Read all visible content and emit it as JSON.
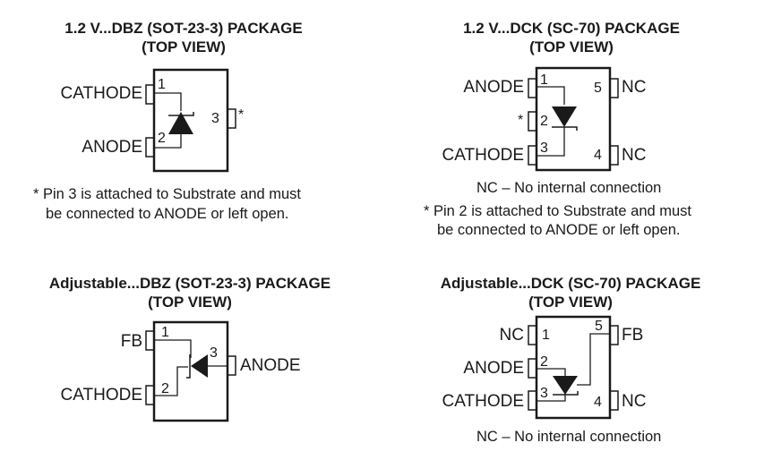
{
  "packages": [
    {
      "title_line1": "1.2 V...DBZ (SOT-23-3) PACKAGE",
      "title_line2": "(TOP VIEW)",
      "pins": [
        {
          "num": "1",
          "name": "CATHODE"
        },
        {
          "num": "2",
          "name": "ANODE"
        },
        {
          "num": "3",
          "name": "*"
        }
      ],
      "note_line1": "* Pin 3 is attached to Substrate and must",
      "note_line2": "be connected to ANODE or left open."
    },
    {
      "title_line1": "1.2 V...DCK (SC-70) PACKAGE",
      "title_line2": "(TOP VIEW)",
      "pins": [
        {
          "num": "1",
          "name": "ANODE"
        },
        {
          "num": "2",
          "name": "*"
        },
        {
          "num": "3",
          "name": "CATHODE"
        },
        {
          "num": "4",
          "name": "NC"
        },
        {
          "num": "5",
          "name": "NC"
        }
      ],
      "nc_note": "NC – No internal connection",
      "note_line1": "* Pin 2 is attached to Substrate and must",
      "note_line2": "be connected to ANODE or left open."
    },
    {
      "title_line1": "Adjustable...DBZ (SOT-23-3) PACKAGE",
      "title_line2": "(TOP VIEW)",
      "pins": [
        {
          "num": "1",
          "name": "FB"
        },
        {
          "num": "2",
          "name": "CATHODE"
        },
        {
          "num": "3",
          "name": "ANODE"
        }
      ]
    },
    {
      "title_line1": "Adjustable...DCK (SC-70) PACKAGE",
      "title_line2": "(TOP VIEW)",
      "pins": [
        {
          "num": "1",
          "name": "NC"
        },
        {
          "num": "2",
          "name": "ANODE"
        },
        {
          "num": "3",
          "name": "CATHODE"
        },
        {
          "num": "4",
          "name": "NC"
        },
        {
          "num": "5",
          "name": "FB"
        }
      ],
      "nc_note": "NC – No internal connection"
    }
  ]
}
